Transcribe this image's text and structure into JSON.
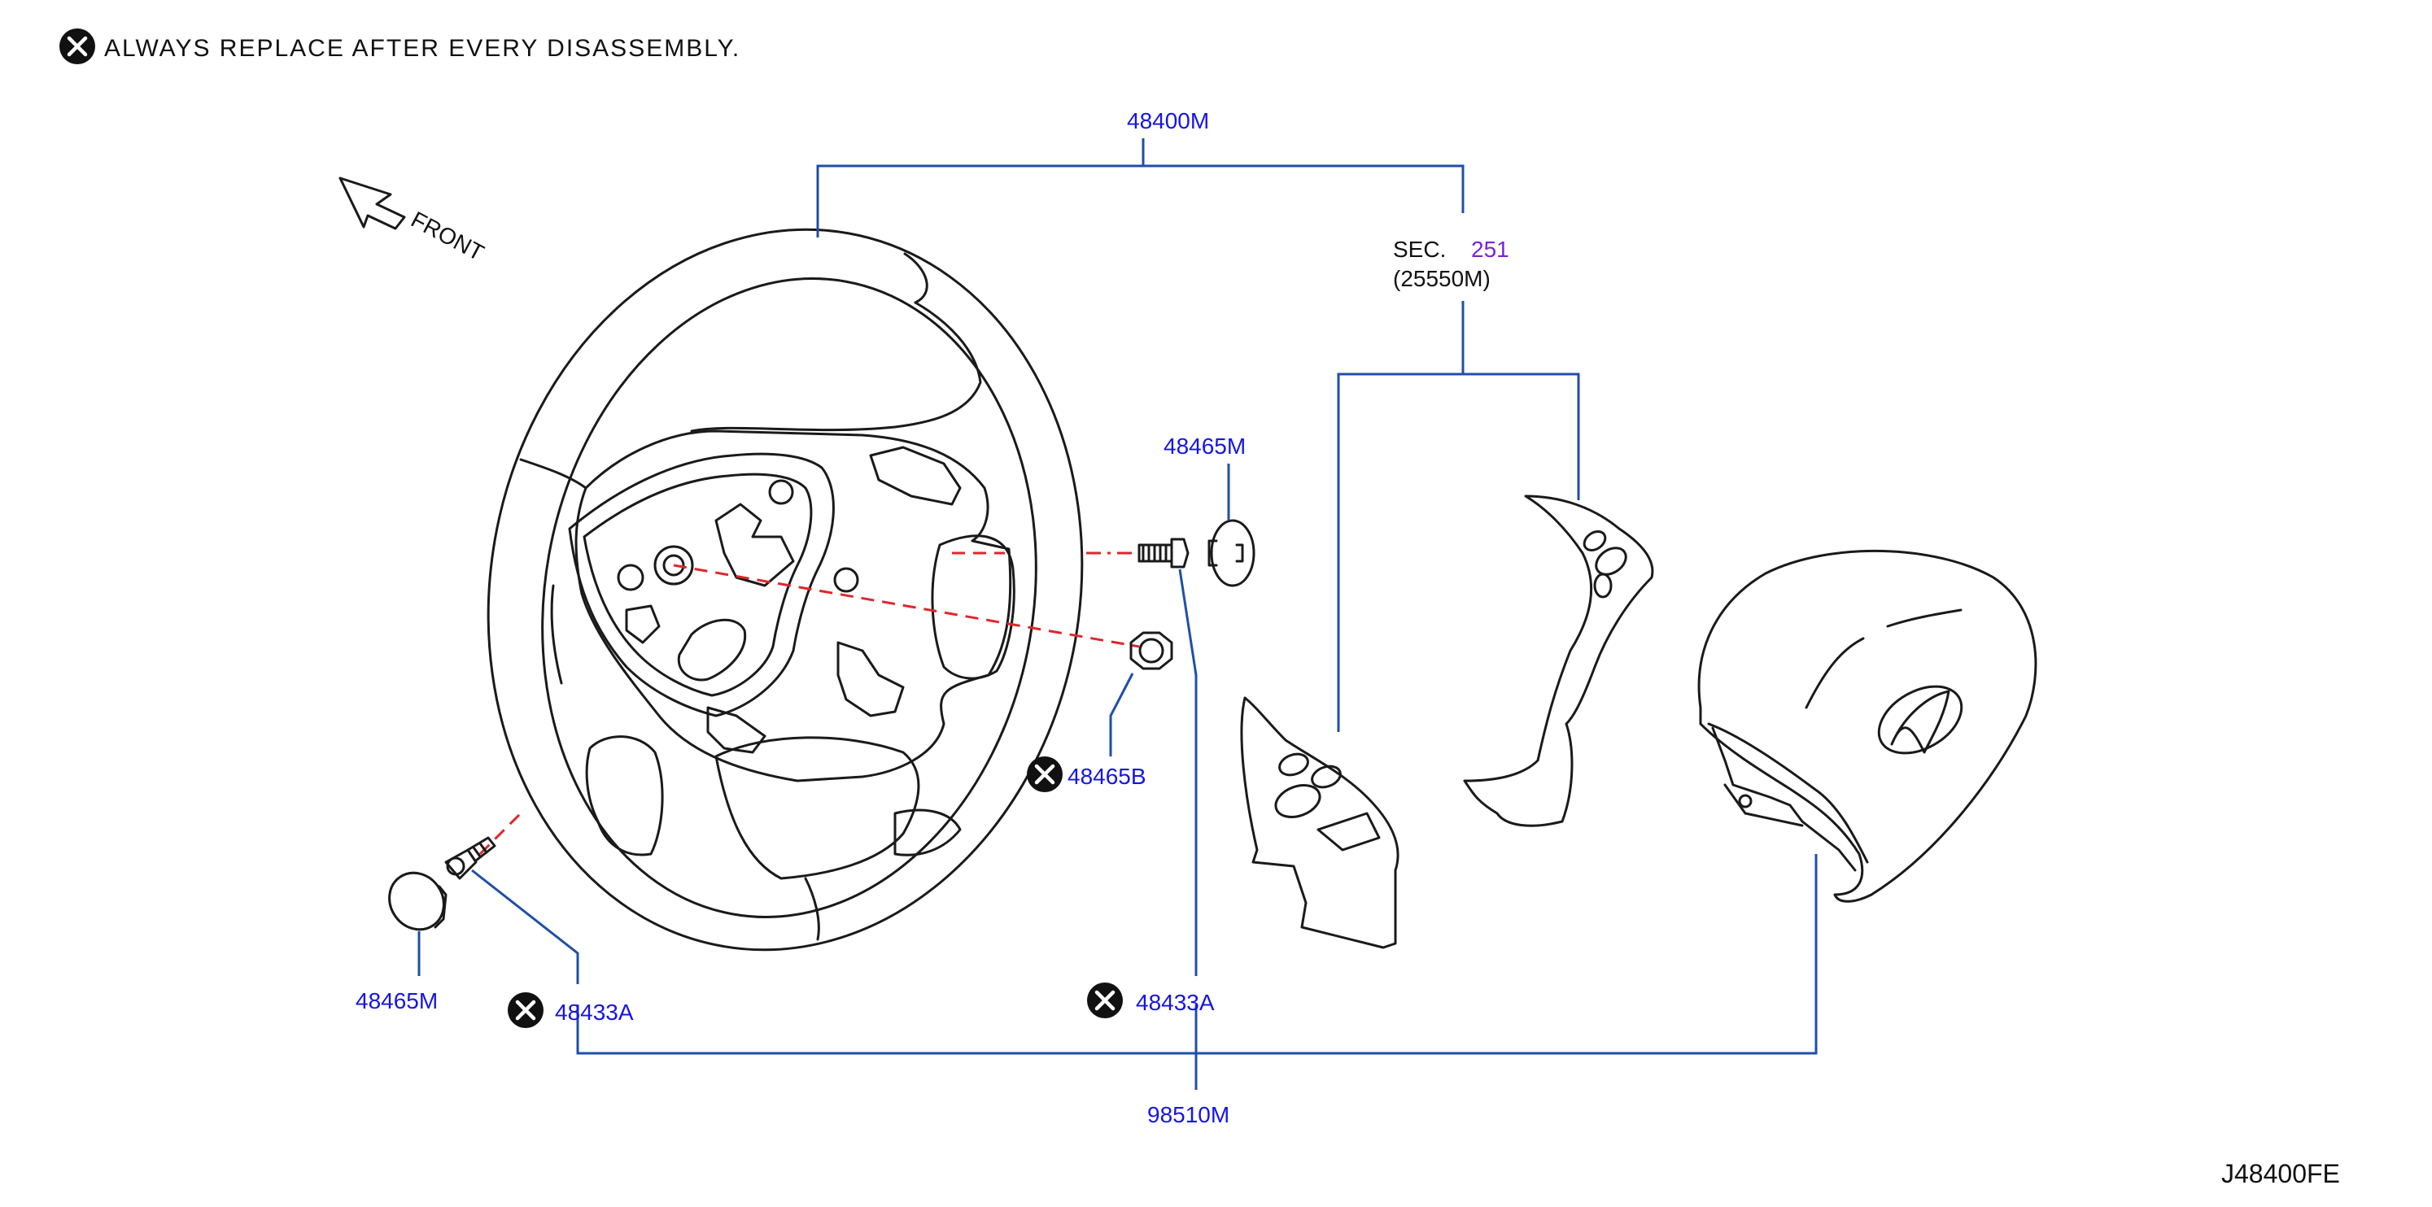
{
  "note": {
    "text": "ALWAYS REPLACE AFTER EVERY DISASSEMBLY."
  },
  "front_label": "FRONT",
  "section": {
    "prefix": "SEC.",
    "number": "251",
    "part": "(25550M)"
  },
  "parts": {
    "steering_wheel": "48400M",
    "cap_right": "48465M",
    "nut": "48465B",
    "cap_left": "48465M",
    "bolt_left": "48433A",
    "bolt_center": "48433A",
    "airbag": "98510M"
  },
  "diagram_code": "J48400FE",
  "colors": {
    "part_number": "#1515e6",
    "leader": "#1f4fa8",
    "centerline": "#e0262b",
    "section_number": "#7a22d8"
  },
  "icons": {
    "replace_marker": "x-circle-icon",
    "front_arrow": "arrow-icon"
  }
}
